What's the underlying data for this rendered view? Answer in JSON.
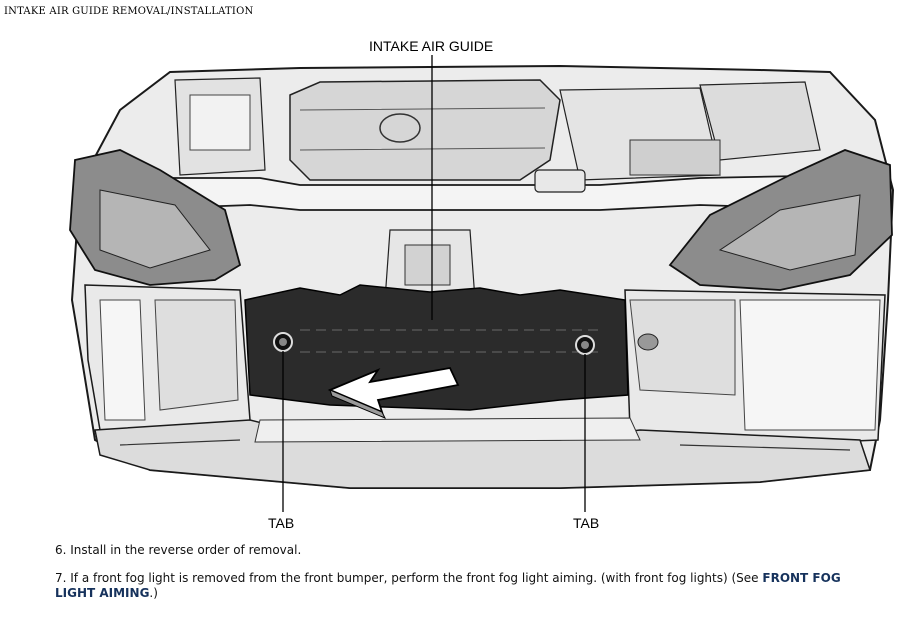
{
  "document": {
    "title": "INTAKE AIR GUIDE REMOVAL/INSTALLATION"
  },
  "figure": {
    "callouts": {
      "intake_air_guide": "INTAKE AIR GUIDE",
      "tab_left": "TAB",
      "tab_right": "TAB"
    }
  },
  "steps": {
    "step6": "6. Install in the reverse order of removal.",
    "step7_text": "7. If a front fog light is removed from the front bumper, perform the front fog light aiming. (with front fog lights) (See ",
    "step7_link": "FRONT FOG LIGHT AIMING",
    "step7_end": ".)"
  },
  "colors": {
    "link": "#16325c"
  }
}
